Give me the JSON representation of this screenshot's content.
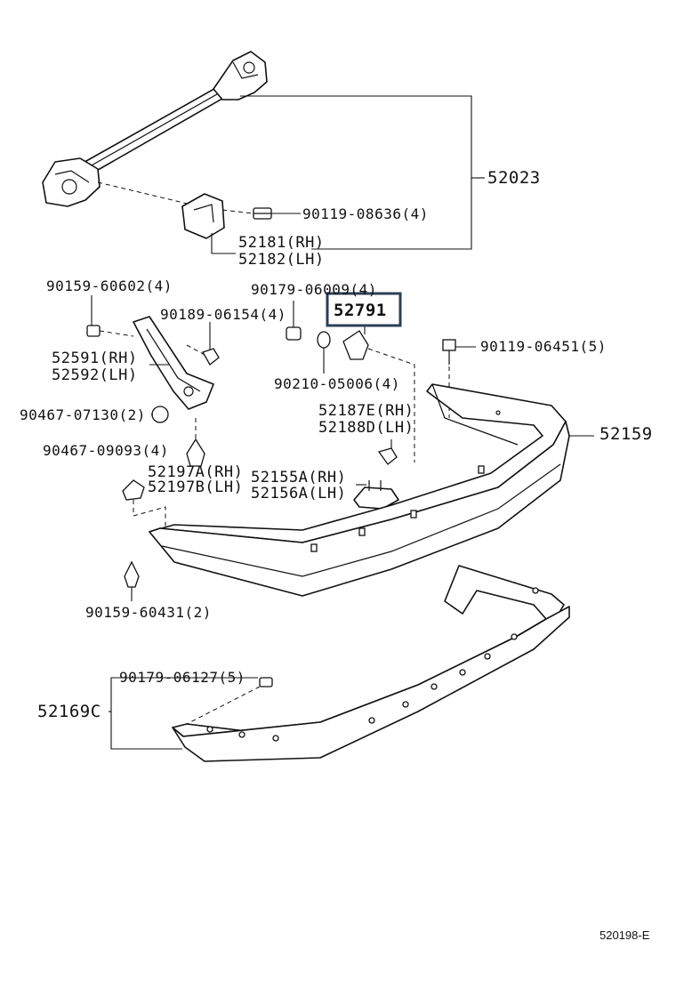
{
  "part_numbers": {
    "reinforcement": "52023",
    "bolt_top": "90119-08636(4)",
    "bracket_rh": "52181(RH)",
    "bracket_lh": "52182(LH)",
    "screw_left": "90159-60602(4)",
    "nut": "90179-06009(4)",
    "highlighted": "52791",
    "clip_upper": "90189-06154(4)",
    "bolt_right": "90119-06451(5)",
    "side_bracket_rh": "52591(RH)",
    "side_bracket_lh": "52592(LH)",
    "washer": "90210-05006(4)",
    "grommet_a": "90467-07130(2)",
    "retainer_rh": "52187E(RH)",
    "retainer_lh": "52188D(LH)",
    "bumper_cover": "52159",
    "grommet_b": "90467-09093(4)",
    "seal_rh": "52197A(RH)",
    "seal_lh": "52197B(LH)",
    "support_rh": "52155A(RH)",
    "support_lh": "52156A(LH)",
    "screw_lower": "90159-60431(2)",
    "nut_lower": "90179-06127(5)",
    "lower_cover": "52169C"
  },
  "diagram_code": "520198-E",
  "highlight_color": "#2b3f55"
}
